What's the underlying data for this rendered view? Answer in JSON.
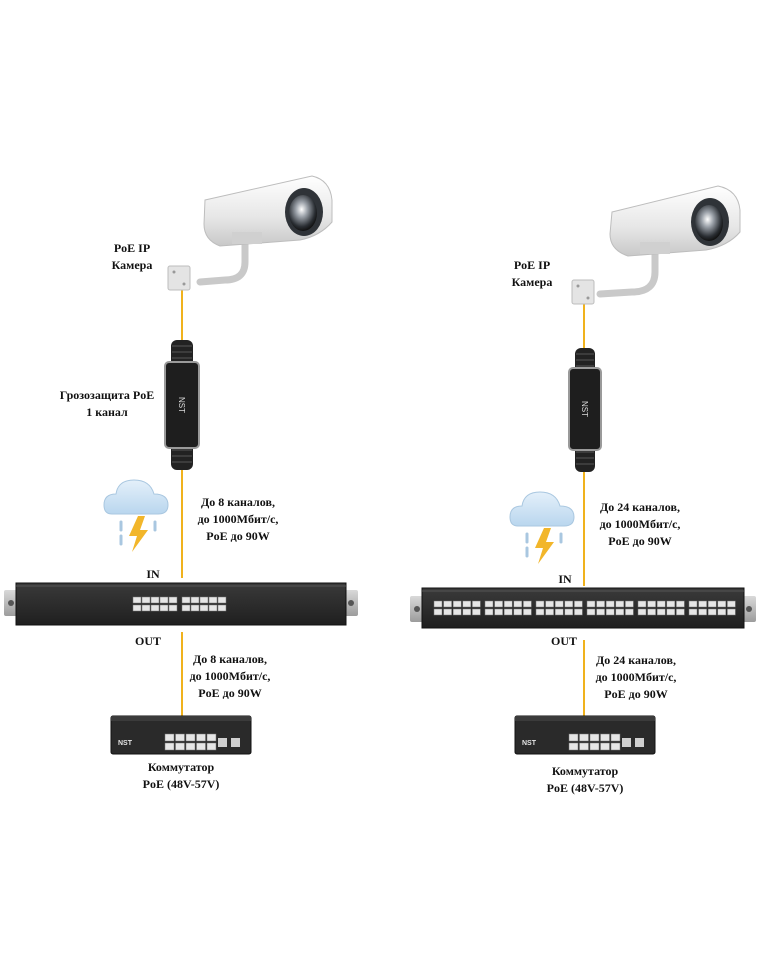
{
  "left": {
    "camera_label": [
      "PoE IP",
      "Камера"
    ],
    "protector_label": [
      "Грозозащита PoE",
      "1 канал"
    ],
    "upper_spec": [
      "До 8 каналов,",
      "до 1000Мбит/с,",
      "PoE до 90W"
    ],
    "in_label": "IN",
    "out_label": "OUT",
    "lower_spec": [
      "До 8 каналов,",
      "до 1000Мбит/с,",
      "PoE до 90W"
    ],
    "switch_label": [
      "Коммутатор",
      "PoE (48V-57V)"
    ]
  },
  "right": {
    "camera_label": [
      "PoE IP",
      "Камера"
    ],
    "upper_spec": [
      "До 24 каналов,",
      "до 1000Мбит/с,",
      "PoE до 90W"
    ],
    "in_label": "IN",
    "out_label": "OUT",
    "lower_spec": [
      "До 24 каналов,",
      "до 1000Мбит/с,",
      "PoE до 90W"
    ],
    "switch_label": [
      "Коммутатор",
      "PoE (48V-57V)"
    ]
  },
  "brand_mark": "NST",
  "colors": {
    "cable": "#f0b21d",
    "device_body": "#2b2b2b",
    "port": "#e6e6e6",
    "cloud": "#cfe3f3",
    "lightning": "#f2b62a",
    "camera_body": "#ececec"
  },
  "icons": [
    "camera-icon",
    "surge-protector-icon",
    "storm-cloud-icon",
    "lightning-icon",
    "patch-panel-icon",
    "poe-switch-icon"
  ]
}
